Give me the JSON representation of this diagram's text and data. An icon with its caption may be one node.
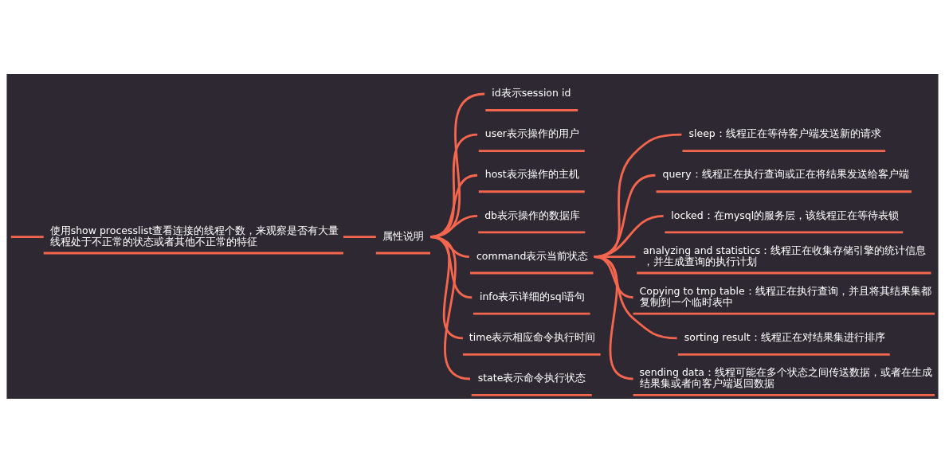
{
  "diagram": {
    "nodes": [
      {
        "text": [
          "使用show processlist查看连接的线程个数，来观察是否有大量线程处于不正常的状态或者其他不正常的特征"
        ]
      },
      {
        "text": [
          "属性说明"
        ]
      },
      {
        "text": [
          "id表示session id"
        ]
      },
      {
        "text": [
          "user表示操作的用户"
        ]
      },
      {
        "text": [
          "host表示操作的主机"
        ]
      },
      {
        "text": [
          "db表示操作的数据库"
        ]
      },
      {
        "text": [
          "command表示当前状态"
        ]
      },
      {
        "text": [
          "sleep：线程正在等待客户端发送新的请求"
        ]
      },
      {
        "text": [
          "query：线程正在执行查询或正在将结果发送给客户端"
        ]
      },
      {
        "text": [
          "locked：在mysql的服务层，该线程正在等待表锁"
        ]
      },
      {
        "text": [
          "analyzing and statistics：线程正在收集存储引擎的统计信息，并生成查询的执行计划"
        ]
      },
      {
        "text": [
          "Copying to tmp table：线程正在执行查询，并且将其结果集都复制到一个临时表中"
        ]
      },
      {
        "text": [
          "sorting result：线程正在对结果集进行排序"
        ]
      },
      {
        "text": [
          "sending data：线程可能在多个状态之间传送数据，或者在生成结果集或者向客户端返回数据"
        ]
      },
      {
        "text": [
          "info表示详细的sql语句"
        ]
      },
      {
        "text": [
          "time表示相应命令执行时间"
        ]
      },
      {
        "text": [
          "state表示命令执行状态"
        ]
      }
    ],
    "edges": [
      {
        "from": null,
        "to": 0,
        "arrow": "none"
      },
      {
        "from": 0,
        "to": 1,
        "arrow": "none"
      },
      {
        "from": 1,
        "to": 2,
        "arrow": "none"
      },
      {
        "from": 1,
        "to": 3,
        "arrow": "none"
      },
      {
        "from": 1,
        "to": 4,
        "arrow": "none"
      },
      {
        "from": 1,
        "to": 5,
        "arrow": "none"
      },
      {
        "from": 1,
        "to": 6,
        "arrow": "none"
      },
      {
        "from": 6,
        "to": 7,
        "arrow": "none"
      },
      {
        "from": 6,
        "to": 8,
        "arrow": "none"
      },
      {
        "from": 6,
        "to": 9,
        "arrow": "none"
      },
      {
        "from": 6,
        "to": 10,
        "arrow": "none"
      },
      {
        "from": 6,
        "to": 11,
        "arrow": "none"
      },
      {
        "from": 6,
        "to": 12,
        "arrow": "none"
      },
      {
        "from": 6,
        "to": 13,
        "arrow": "none"
      },
      {
        "from": 1,
        "to": 14,
        "arrow": "none"
      },
      {
        "from": 1,
        "to": 15,
        "arrow": "none"
      },
      {
        "from": 1,
        "to": 16,
        "arrow": "none"
      }
    ]
  }
}
